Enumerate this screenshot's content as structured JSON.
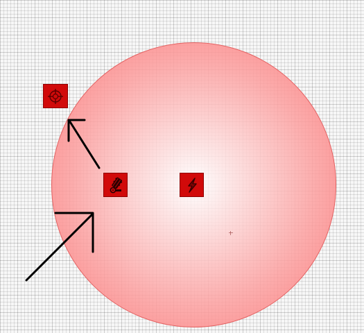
{
  "map": {
    "grid": "square",
    "zone_color": "#f87c7c",
    "zone_border_color": "#e46262",
    "unit_color": "#d10a0a"
  },
  "units": [
    {
      "name": "target-unit",
      "icon": "crosshair-icon"
    },
    {
      "name": "cannon-unit",
      "icon": "cannon-icon"
    },
    {
      "name": "power-unit",
      "icon": "lightning-bolt-icon"
    }
  ],
  "arrows": [
    {
      "name": "move-arrow-upper",
      "color": "#000000"
    },
    {
      "name": "move-arrow-lower",
      "color": "#000000"
    }
  ]
}
